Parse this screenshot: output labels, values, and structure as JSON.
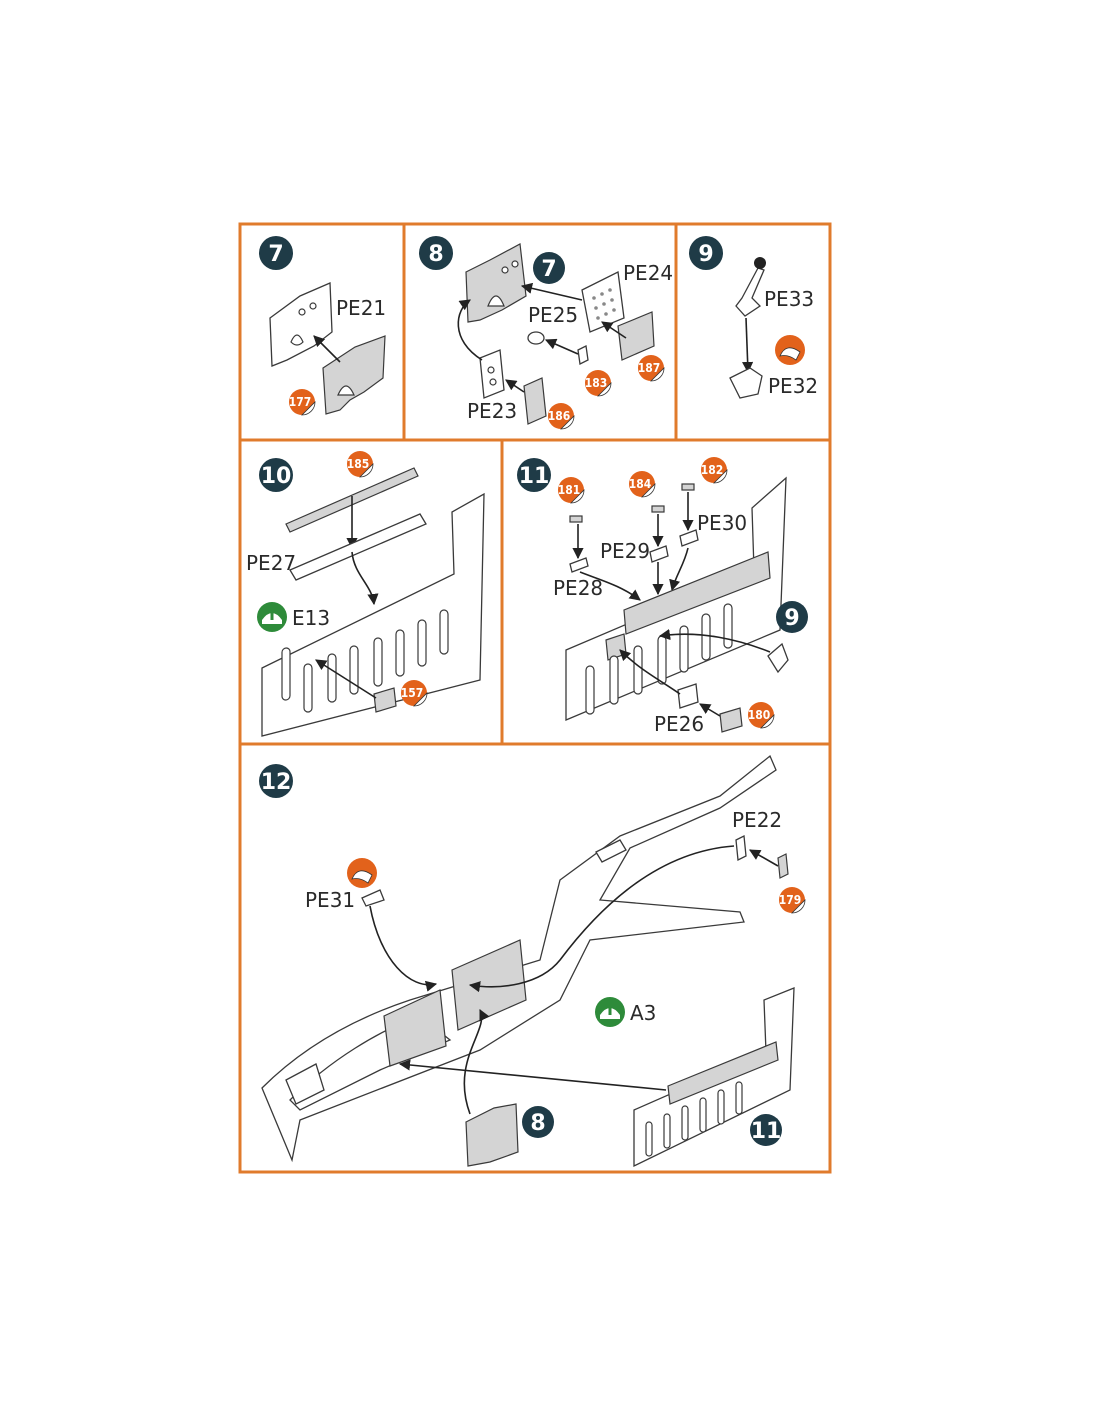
{
  "colors": {
    "frame": "#e07b2c",
    "step_badge": "#1f3b47",
    "decal_badge": "#e2621b",
    "plastic_badge": "#2e8b3a",
    "resin_badge": "#e2621b"
  },
  "panels": [
    {
      "step": "7",
      "labels": [
        "PE21"
      ],
      "decals": [
        "177"
      ]
    },
    {
      "step": "8",
      "sub_step": "7",
      "labels": [
        "PE24",
        "PE25",
        "PE23"
      ],
      "decals": [
        "183",
        "187",
        "186"
      ]
    },
    {
      "step": "9",
      "labels": [
        "PE33",
        "PE32"
      ],
      "decals": []
    },
    {
      "step": "10",
      "labels": [
        "PE27",
        "E13"
      ],
      "decals": [
        "185",
        "157"
      ]
    },
    {
      "step": "11",
      "sub_step": "9",
      "labels": [
        "PE30",
        "PE29",
        "PE28",
        "PE26"
      ],
      "decals": [
        "181",
        "184",
        "182",
        "180"
      ]
    },
    {
      "step": "12",
      "sub_steps": [
        "8",
        "11"
      ],
      "labels": [
        "PE22",
        "PE31",
        "A3"
      ],
      "decals": [
        "179"
      ]
    }
  ],
  "icons": {
    "plastic_part": "sprue-part-icon",
    "resin_part": "resin-part-icon",
    "decal": "decal-icon"
  }
}
